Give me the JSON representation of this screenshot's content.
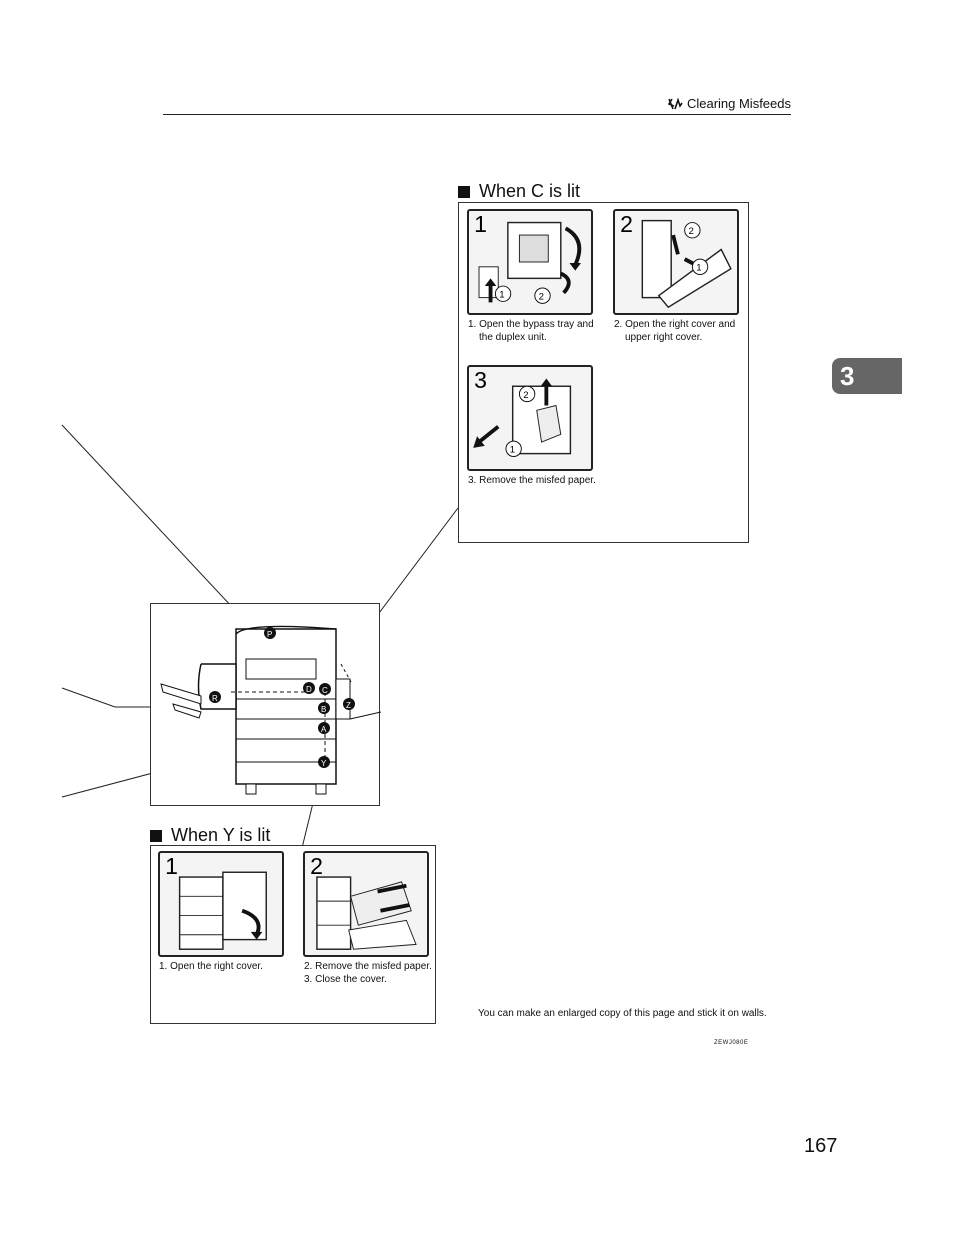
{
  "header": {
    "icon": "paper-misfeed-icon",
    "title": "Clearing Misfeeds"
  },
  "chapter_tab": "3",
  "section_c": {
    "heading": "When C is lit",
    "steps": [
      {
        "number": "1",
        "caption_line1": "1. Open the bypass tray and",
        "caption_line2": "the duplex unit."
      },
      {
        "number": "2",
        "caption_line1": "2. Open the right cover and",
        "caption_line2": "upper right cover."
      },
      {
        "number": "3",
        "caption_line1": "3. Remove the misfed paper."
      }
    ]
  },
  "section_y": {
    "heading": "When Y is lit",
    "steps": [
      {
        "number": "1",
        "caption_line1": "1. Open the right cover."
      },
      {
        "number": "2",
        "caption_line1": "2. Remove the misfed paper.",
        "caption_line2": "3. Close the cover."
      }
    ]
  },
  "machine_labels": {
    "p": "P",
    "r": "R",
    "d": "D",
    "c": "C",
    "b": "B",
    "a": "A",
    "y": "Y",
    "z": "Z"
  },
  "circled": {
    "one": "1",
    "two": "2"
  },
  "note": "You can make an enlarged copy of this page and stick it on walls.",
  "figure_code": "ZEWJ080E",
  "page_number": "167"
}
